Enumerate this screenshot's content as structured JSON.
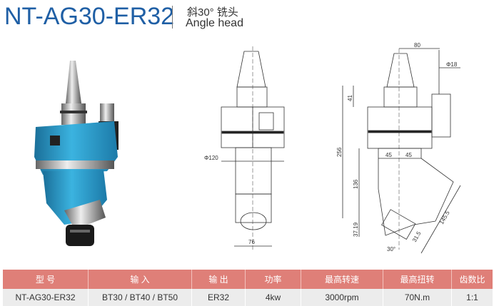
{
  "header": {
    "model_title": "NT-AG30-ER32",
    "subtitle_cn": "斜30°  铣头",
    "subtitle_en": "Angle head"
  },
  "drawings": {
    "front": {
      "diameter": "Φ120",
      "width": "76"
    },
    "side": {
      "offset": "80",
      "shank_dia": "Φ18",
      "top": "41",
      "total": "256",
      "left": "45",
      "right": "45",
      "mid": "136",
      "bottom": "37.19",
      "nose": "31.5",
      "arm": "145.5",
      "angle": "30°"
    }
  },
  "table": {
    "headers": [
      "型 号",
      "输 入",
      "输 出",
      "功率",
      "最高转速",
      "最高扭转",
      "齿数比"
    ],
    "rows": [
      [
        "NT-AG30-ER32",
        "BT30 / BT40 / BT50",
        "ER32",
        "4kw",
        "3000rpm",
        "70N.m",
        "1:1"
      ]
    ]
  },
  "colors": {
    "title": "#1f5fa5",
    "table_header": "#df7f78",
    "table_row": "#ececec",
    "body_blue": "#2a9fd0"
  }
}
